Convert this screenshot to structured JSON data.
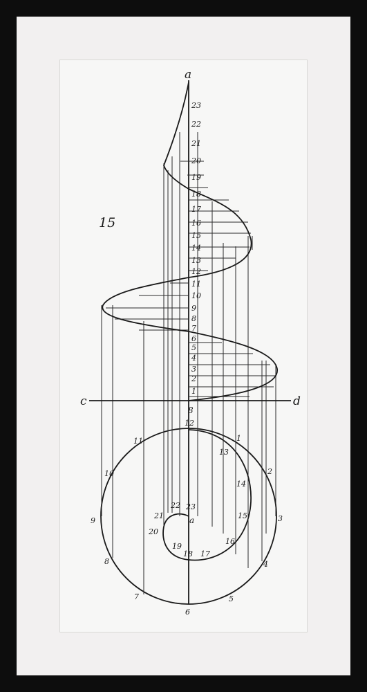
{
  "figure_number": "15",
  "axis_labels": {
    "top": "a",
    "left": "c",
    "right": "d",
    "center": "8",
    "base_point": "a"
  },
  "elevation_labels": [
    "1",
    "2",
    "3",
    "4",
    "5",
    "6",
    "7",
    "8",
    "9",
    "10",
    "11",
    "12",
    "13",
    "14",
    "15",
    "16",
    "17",
    "18",
    "19",
    "20",
    "21",
    "22",
    "23"
  ],
  "plan_labels": [
    "1",
    "2",
    "3",
    "4",
    "5",
    "6",
    "7",
    "8",
    "9",
    "10",
    "11",
    "12",
    "13",
    "14",
    "15",
    "16",
    "17",
    "18",
    "19",
    "20",
    "21",
    "22",
    "23"
  ],
  "colors": {
    "ink": "#1a1a1a",
    "paper": "#f7f7f6",
    "mat": "#f2f0f0",
    "frame": "#0d0d0d"
  }
}
